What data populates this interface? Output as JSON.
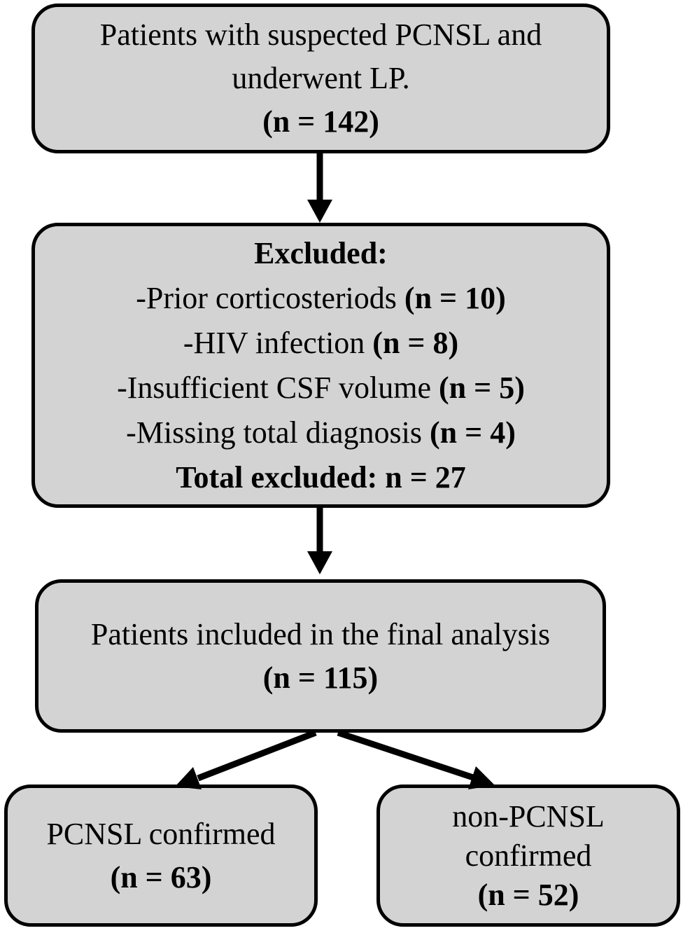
{
  "theme": {
    "background": "#ffffff",
    "box_fill": "#d3d3d3",
    "box_border": "#000000",
    "text_color": "#000000",
    "arrow_color": "#000000"
  },
  "flowchart": {
    "boxes": {
      "suspected": {
        "line1": "Patients with suspected PCNSL and",
        "line2": "underwent LP.",
        "count": "(n = 142)"
      },
      "excluded": {
        "title": "Excluded:",
        "items": [
          {
            "label": "-Prior corticosteriods ",
            "count": "(n = 10)"
          },
          {
            "label": "-HIV infection ",
            "count": "(n = 8)"
          },
          {
            "label": "-Insufficient CSF volume ",
            "count": "(n = 5)"
          },
          {
            "label": "-Missing total diagnosis ",
            "count": "(n = 4)"
          }
        ],
        "total": "Total excluded: n = 27"
      },
      "included": {
        "line1": "Patients included in the final analysis",
        "count": "(n = 115)"
      },
      "pcnsl_confirmed": {
        "line1": "PCNSL confirmed",
        "count": "(n = 63)"
      },
      "non_pcnsl_confirmed": {
        "line1": "non-PCNSL",
        "line2": "confirmed",
        "count": "(n = 52)"
      }
    }
  }
}
